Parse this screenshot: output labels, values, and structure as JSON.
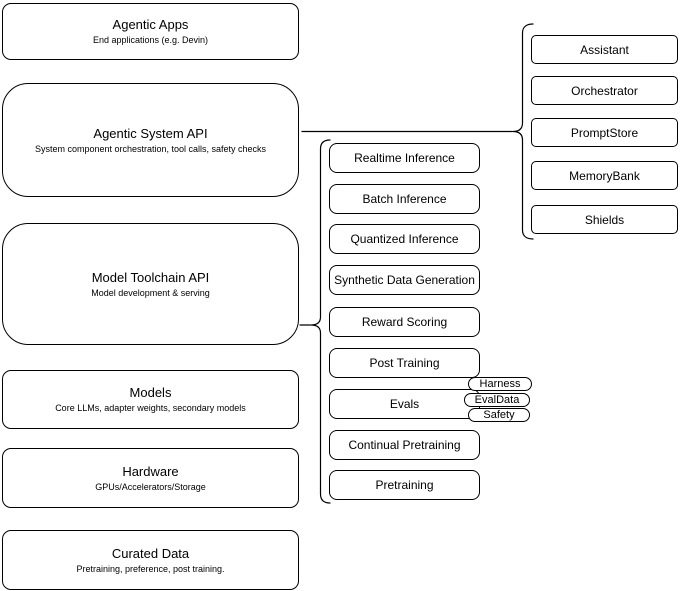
{
  "colors": {
    "stroke": "#000000",
    "background": "#ffffff",
    "text": "#000000"
  },
  "stack": [
    {
      "title": "Agentic Apps",
      "subtitle": "End applications (e.g. Devin)"
    },
    {
      "title": "Agentic System API",
      "subtitle": "System component orchestration, tool calls, safety checks"
    },
    {
      "title": "Model Toolchain API",
      "subtitle": "Model development & serving"
    },
    {
      "title": "Models",
      "subtitle": "Core LLMs, adapter weights, secondary models"
    },
    {
      "title": "Hardware",
      "subtitle": "GPUs/Accelerators/Storage"
    },
    {
      "title": "Curated Data",
      "subtitle": "Pretraining, preference, post training."
    }
  ],
  "toolchain": {
    "items": [
      {
        "label": "Realtime Inference"
      },
      {
        "label": "Batch Inference"
      },
      {
        "label": "Quantized Inference"
      },
      {
        "label": "Synthetic Data Generation"
      },
      {
        "label": "Reward Scoring"
      },
      {
        "label": "Post Training"
      },
      {
        "label": "Evals"
      },
      {
        "label": "Continual Pretraining"
      },
      {
        "label": "Pretraining"
      }
    ],
    "eval_tags": [
      {
        "label": "Harness"
      },
      {
        "label": "EvalData"
      },
      {
        "label": "Safety"
      }
    ]
  },
  "system_components": [
    {
      "label": "Assistant"
    },
    {
      "label": "Orchestrator"
    },
    {
      "label": "PromptStore"
    },
    {
      "label": "MemoryBank"
    },
    {
      "label": "Shields"
    }
  ]
}
